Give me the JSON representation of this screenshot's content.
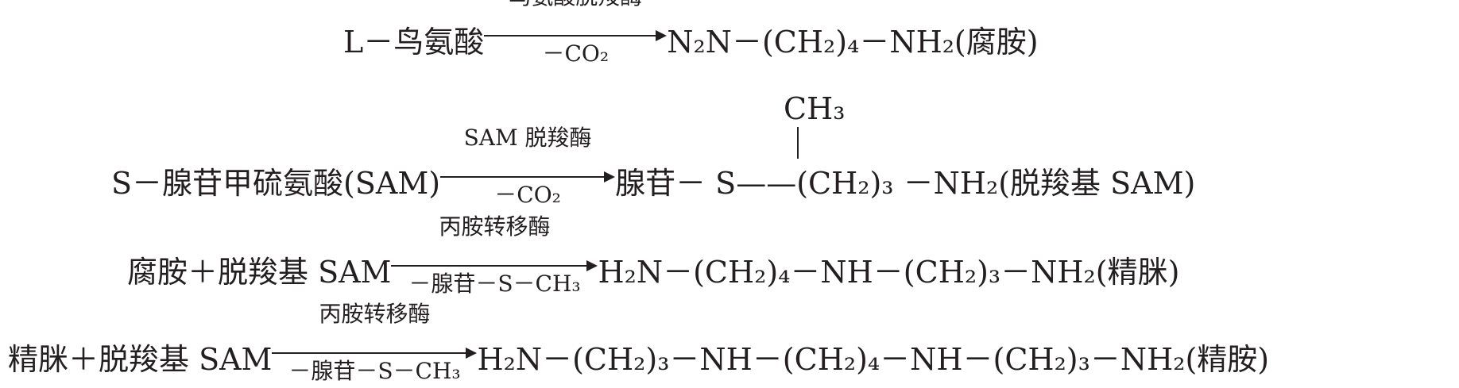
{
  "reactions": [
    {
      "reactant": "L－鸟氨酸",
      "enzyme": "鸟氨酸脱羧酶",
      "byproduct": "－CO₂",
      "product": "N₂N－(CH₂)₄－NH₂(腐胺)"
    },
    {
      "methyl": "CH₃",
      "reactant": "S－腺苷甲硫氨酸(SAM)",
      "enzyme": "SAM 脱羧酶",
      "byproduct": "－CO₂",
      "product": "腺苷－ S——(CH₂)₃ －NH₂(脱羧基 SAM)"
    },
    {
      "reactant": "腐胺＋脱羧基 SAM",
      "enzyme": "丙胺转移酶",
      "byproduct": "－腺苷－S－CH₃",
      "product": "H₂N－(CH₂)₄－NH－(CH₂)₃－NH₂(精脒)"
    },
    {
      "reactant": "精脒＋脱羧基 SAM",
      "enzyme": "丙胺转移酶",
      "byproduct": "－腺苷－S－CH₃",
      "product": "H₂N－(CH₂)₃－NH－(CH₂)₄－NH－(CH₂)₃－NH₂(精胺)"
    }
  ]
}
